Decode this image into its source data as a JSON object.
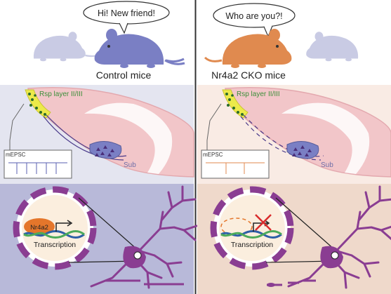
{
  "left": {
    "speech": "Hi! New friend!",
    "caption": "Control mice",
    "region_label": "Rsp layer II/III",
    "sub_label": "Sub",
    "trace_label": "mEPSC",
    "gene_label": "Nr4a2",
    "transcription_label": "Transcription"
  },
  "right": {
    "speech": "Who are you?!",
    "caption": "Nr4a2 CKO mice",
    "region_label": "Rsp layer II/III",
    "sub_label": "Sub",
    "trace_label": "mEPSC",
    "transcription_label": "Transcription"
  },
  "colors": {
    "control_mouse": "#7a7fc4",
    "cko_mouse": "#e08a4f",
    "faded_mouse": "#c9cbe4",
    "control_panel_bg": "#e4e5f0",
    "cko_panel_bg": "#f9ebe4",
    "control_cell_bg": "#b8b9d9",
    "cko_cell_bg": "#efd9cb",
    "brain_fill": "#f2c6c9",
    "brain_stroke": "#e3a8ae",
    "neuron": "#8a3d92",
    "ring_segment": "#8a3d92",
    "dna_blue": "#2d5fa8",
    "dna_green": "#4caa5a",
    "nr4a2": "#e4762b",
    "region_text": "#3c8f3a",
    "sub_text": "#6f6fa8",
    "block_x": "#d92c2c"
  }
}
